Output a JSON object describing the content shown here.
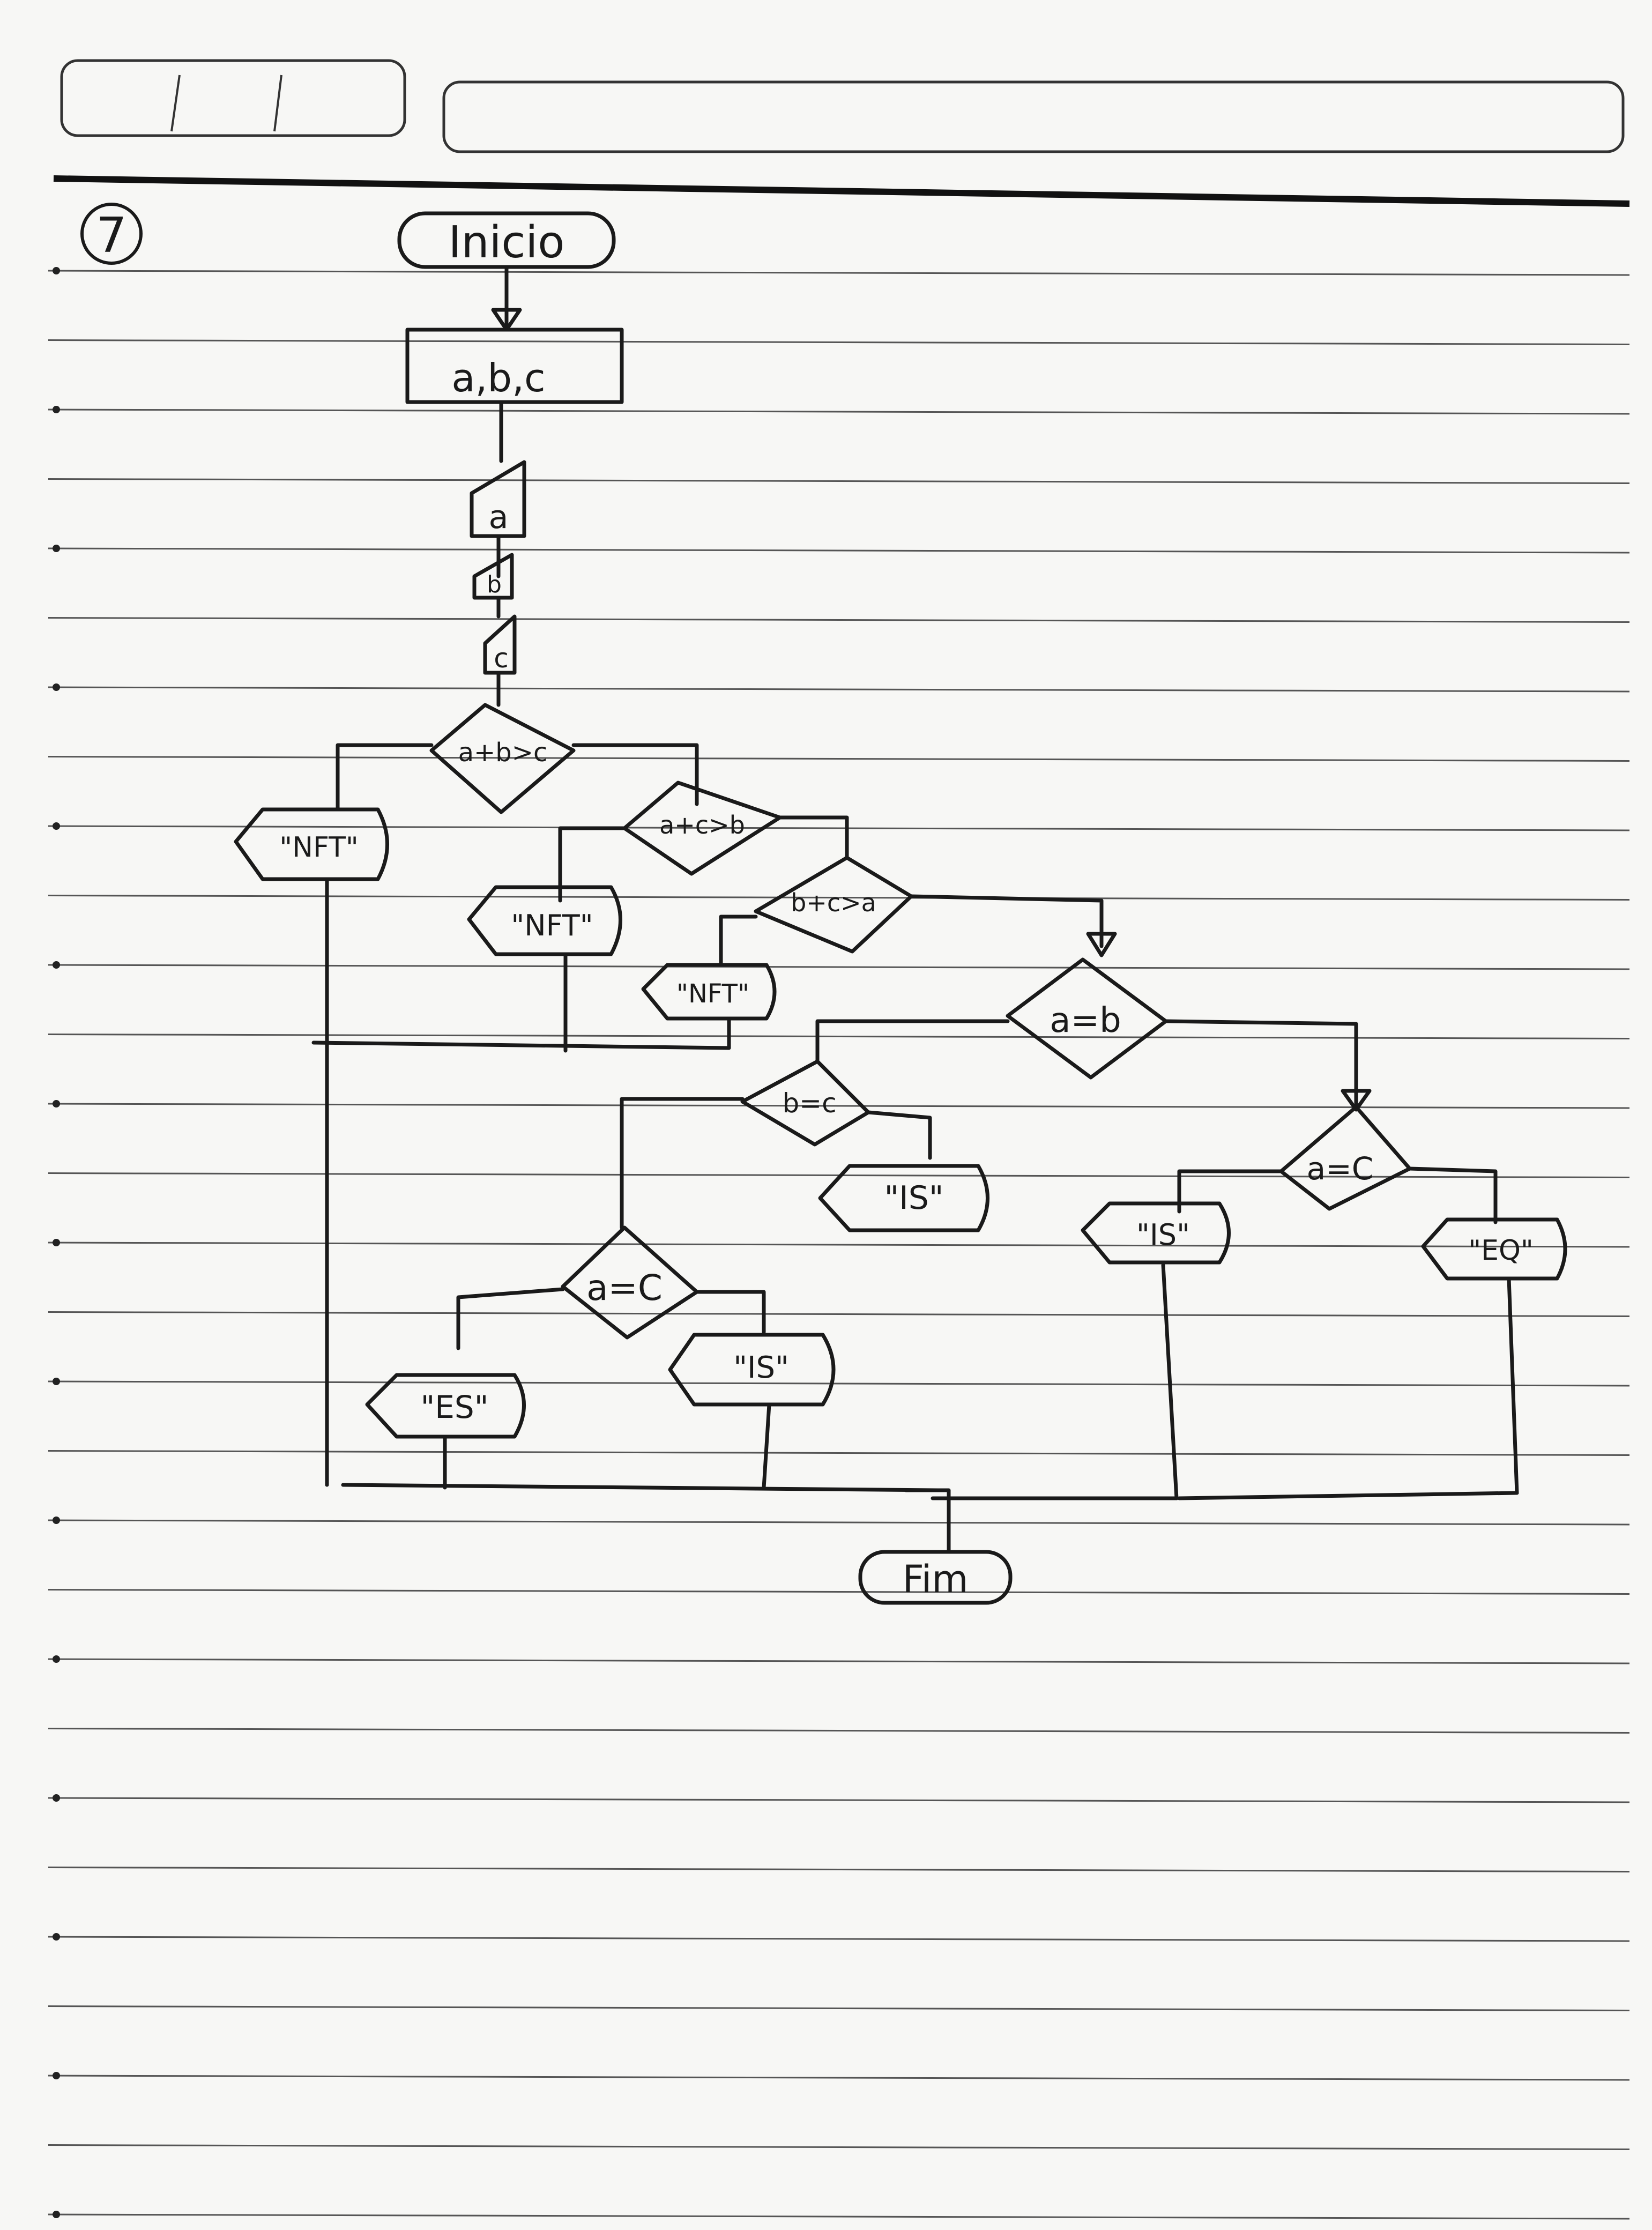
{
  "page": {
    "number": "7",
    "colors": {
      "ink": "#1a1a1a",
      "paper": "#f7f7f5",
      "rule": "#555555"
    }
  },
  "flowchart": {
    "start": "Inicio",
    "input": "a,b,c",
    "read_a": "a",
    "read_b": "b",
    "read_c": "c",
    "cond1": "a+b>c",
    "cond2": "a+c>b",
    "cond3": "b+c>a",
    "out_nft1": "\"NFT\"",
    "out_nft2": "\"NFT\"",
    "out_nft3": "\"NFT\"",
    "cond_ab": "a=b",
    "cond_bc": "b=c",
    "cond_ac_left": "a=C",
    "cond_ac_right": "a=C",
    "out_is1": "\"IS\"",
    "out_is2": "\"IS\"",
    "out_is3": "\"IS\"",
    "out_es": "\"ES\"",
    "out_eq": "\"EQ\"",
    "end": "Fim"
  }
}
